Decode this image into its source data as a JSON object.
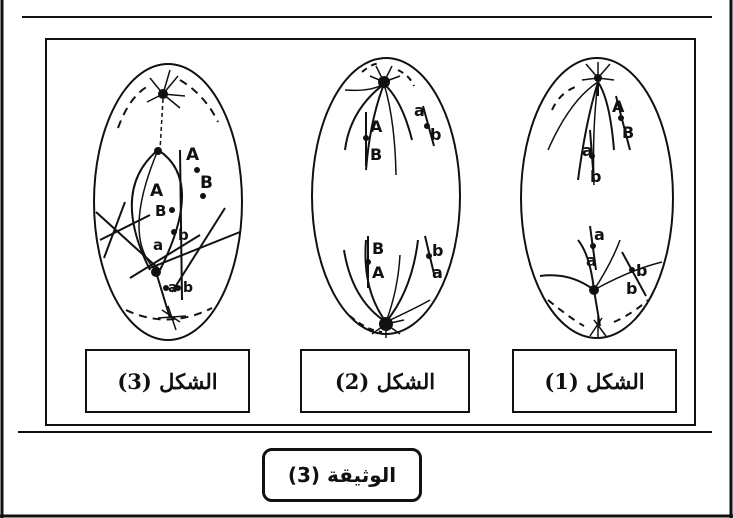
{
  "figures": [
    {
      "id": "1",
      "caption": "الشكل (1)",
      "marks_upper": [
        "A",
        "B",
        "a",
        "b"
      ],
      "marks_lower": [
        "a",
        "a",
        "b",
        "b"
      ]
    },
    {
      "id": "2",
      "caption": "الشكل (2)",
      "marks_upper": [
        "A",
        "B",
        "a",
        "b"
      ],
      "marks_lower": [
        "B",
        "A",
        "b",
        "a"
      ]
    },
    {
      "id": "3",
      "caption": "الشكل (3)",
      "marks_upper": [
        "A",
        "B",
        "A",
        "B",
        "a",
        "b",
        "a",
        "b"
      ]
    }
  ],
  "document_label": "الوثيقة (3)",
  "colors": {
    "ink": "#111111",
    "paper": "#ffffff"
  }
}
